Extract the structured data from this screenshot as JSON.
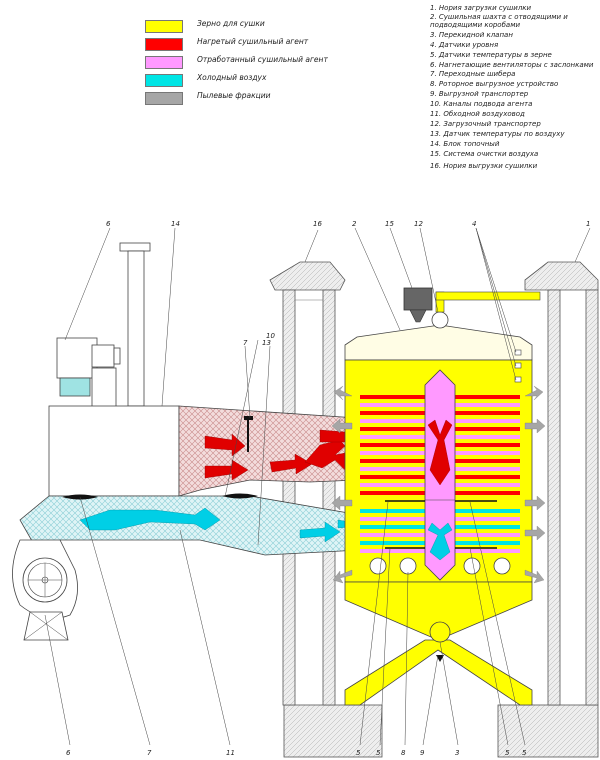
{
  "legend": [
    {
      "label": "Зерно для сушки",
      "color": "#ffff00"
    },
    {
      "label": "Нагретый сушильный агент",
      "color": "#ff0000"
    },
    {
      "label": "Отработанный сушильный агент",
      "color": "#ff99ff"
    },
    {
      "label": "Холодный воздух",
      "color": "#00e5e5"
    },
    {
      "label": "Пылевые фракции",
      "color": "#a6a6a6"
    }
  ],
  "specification": [
    "1. Нория загрузки сушилки",
    "2. Сушильная шахта с отводящими и подводящими коробами",
    "3. Перекидной клапан",
    "4. Датчики уровня",
    "5. Датчики температуры в зерне",
    "6. Нагнетающие вентиляторы с заслонками",
    "7. Переходные шибера",
    "8. Роторное выгрузное устройство",
    "9. Выгрузной транспортер",
    "10. Каналы подвода агента",
    "11. Обходной воздуховод",
    "12. Загрузочный транспортер",
    "13. Датчик температуры по воздуху",
    "14. Блок топочный",
    "15. Система очистки воздуха",
    "16. Нория выгрузки сушилки"
  ],
  "callouts": {
    "c16": "16",
    "c2": "2",
    "c15": "15",
    "c12": "12",
    "c4": "4",
    "c1": "1",
    "c6": "6",
    "c14": "14",
    "c10": "10",
    "c7": "7",
    "c13": "13",
    "b6": "6",
    "b7": "7",
    "b11": "11",
    "b5a": "5",
    "b5b": "5",
    "b8": "8",
    "b9": "9",
    "b3": "3",
    "b5c": "5",
    "b5d": "5"
  }
}
